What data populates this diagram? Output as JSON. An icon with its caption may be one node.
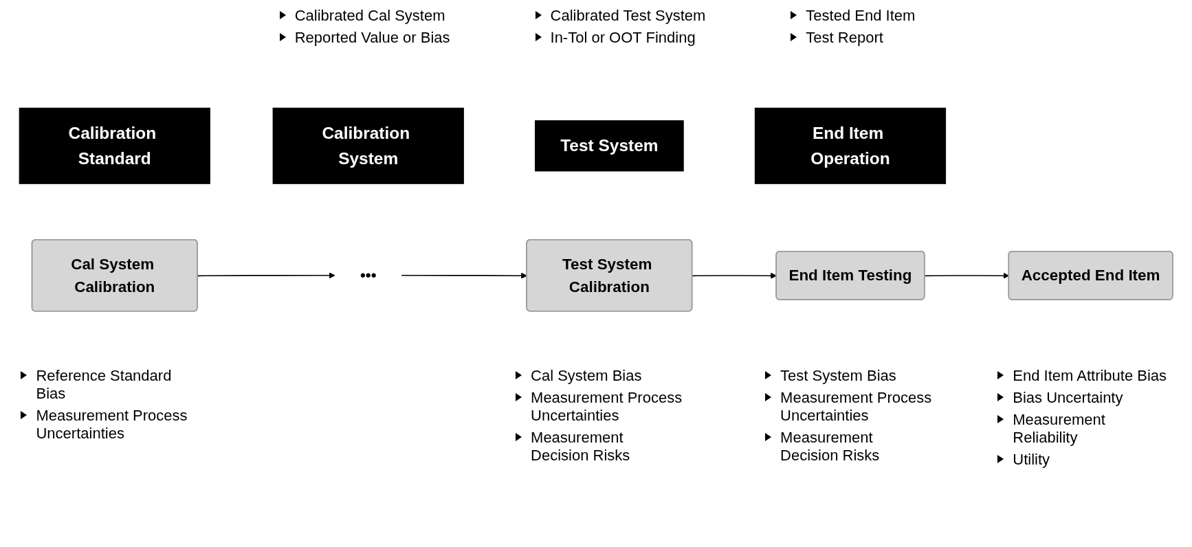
{
  "diagram": {
    "nodes": [
      {
        "text": [
          "Calibration Standard"
        ]
      },
      {
        "text": [
          "Calibration System"
        ]
      },
      {
        "text": [
          "Test System"
        ]
      },
      {
        "text": [
          "End Item Operation"
        ]
      },
      {
        "text": [
          "Cal System Calibration"
        ],
        "beside": [
          "Reference Standard Bias",
          "Measurement Process Uncertainties"
        ]
      },
      {
        "text": [
          "•••"
        ]
      },
      {
        "text": [
          "Test System Calibration"
        ],
        "beside": [
          "Cal System Bias",
          "Measurement Process Uncertainties",
          "Measurement Decision Risks"
        ]
      },
      {
        "text": [
          "End Item Testing"
        ],
        "beside": [
          "Test System Bias",
          "Measurement Process Uncertainties",
          "Measurement Decision Risks"
        ]
      },
      {
        "text": [
          "Accepted End Item"
        ],
        "beside": [
          "End Item Attribute Bias",
          "Bias Uncertainty",
          "Measurement Reliability",
          "Utility"
        ]
      }
    ],
    "edges": [
      {
        "from": 4,
        "to": 5,
        "arrow": "to"
      },
      {
        "from": 5,
        "to": 6,
        "arrow": "to"
      },
      {
        "from": 6,
        "to": 7,
        "arrow": "to"
      },
      {
        "from": 7,
        "to": 8,
        "arrow": "to"
      }
    ],
    "labels": [
      "Calibrated Cal System",
      "Reported Value or Bias",
      "Calibrated Test System",
      "In-Tol or OOT Finding",
      "Tested End Item",
      "Test Report"
    ]
  }
}
